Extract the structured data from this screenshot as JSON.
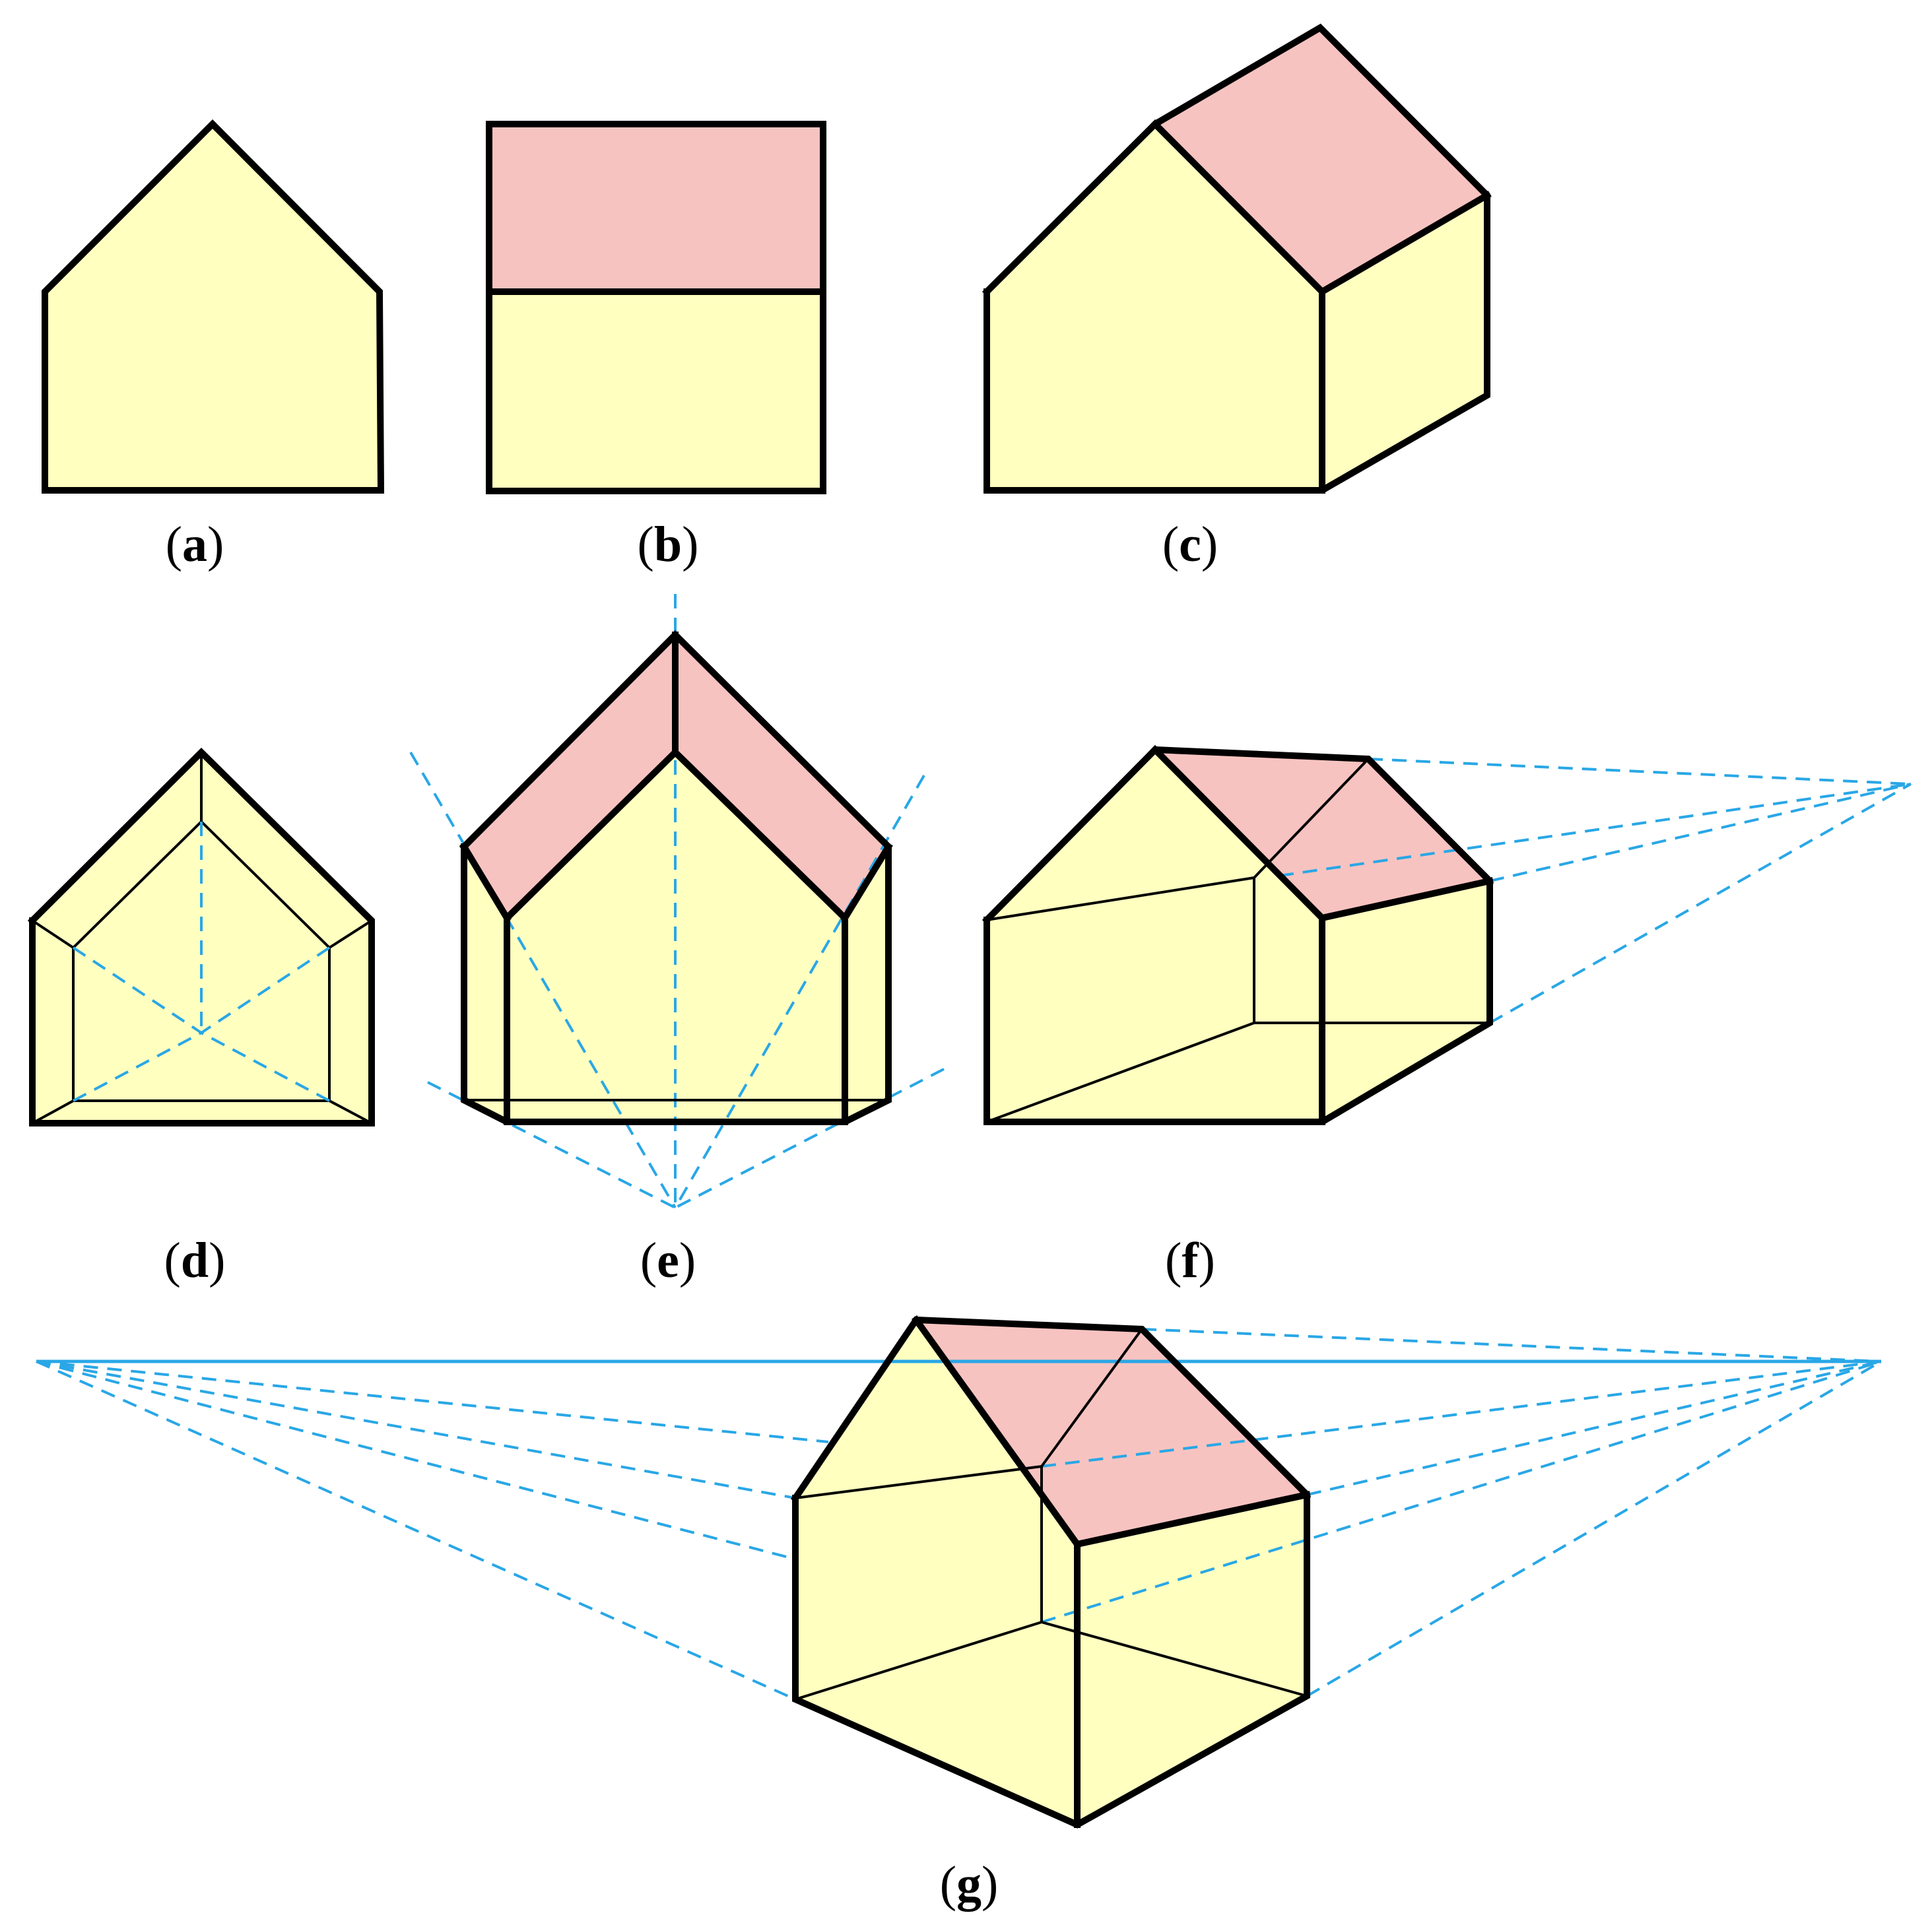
{
  "colors": {
    "wall": "#ffffc0",
    "roof": "#f7c3c0",
    "edge": "#000000",
    "guide": "#29a7e6"
  },
  "panels": [
    {
      "id": "a",
      "letter": "a"
    },
    {
      "id": "b",
      "letter": "b"
    },
    {
      "id": "c",
      "letter": "c"
    },
    {
      "id": "d",
      "letter": "d"
    },
    {
      "id": "e",
      "letter": "e"
    },
    {
      "id": "f",
      "letter": "f"
    },
    {
      "id": "g",
      "letter": "g"
    }
  ]
}
